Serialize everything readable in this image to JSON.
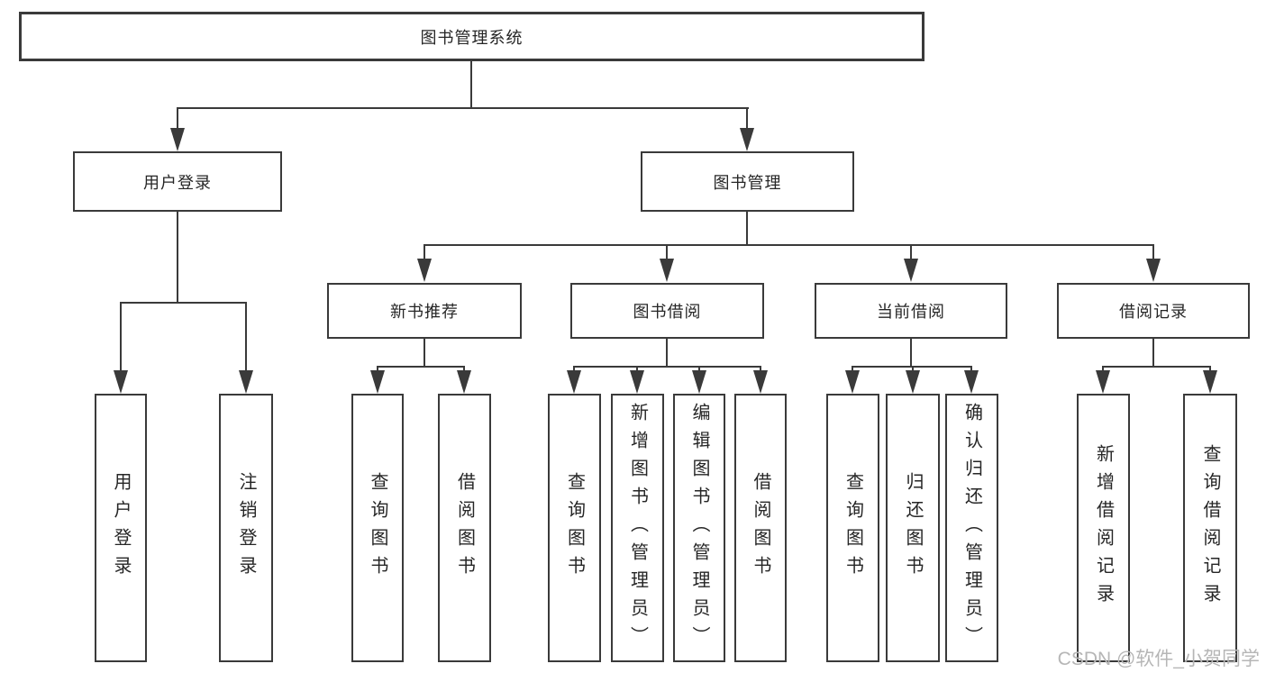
{
  "tree": {
    "root": "图书管理系统",
    "branches": [
      {
        "label": "用户登录",
        "children": [
          "用户登录",
          "注销登录"
        ]
      },
      {
        "label": "图书管理",
        "children": [
          {
            "label": "新书推荐",
            "children": [
              "查询图书",
              "借阅图书"
            ]
          },
          {
            "label": "图书借阅",
            "children": [
              "查询图书",
              "新增图书（管理员）",
              "编辑图书（管理员）",
              "借阅图书"
            ]
          },
          {
            "label": "当前借阅",
            "children": [
              "查询图书",
              "归还图书",
              "确认归还（管理员）"
            ]
          },
          {
            "label": "借阅记录",
            "children": [
              "新增借阅记录",
              "查询借阅记录"
            ]
          }
        ]
      }
    ]
  },
  "watermark": "CSDN @软件_小贺同学",
  "colors": {
    "line": "#3a3a3a",
    "text": "#262626",
    "background": "#ffffff",
    "watermark": "#b6b6b6"
  }
}
